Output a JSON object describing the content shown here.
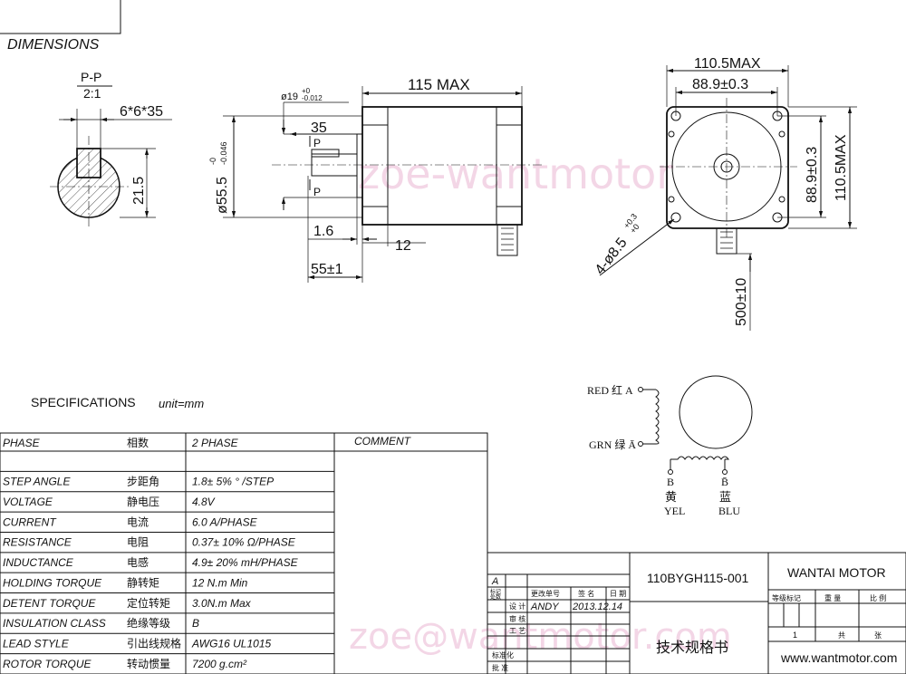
{
  "title": "DIMENSIONS",
  "watermark_top": "zoe-wantmotor",
  "watermark_bottom": "zoe@wantmotor.com",
  "section_view": {
    "label": "P-P",
    "scale": "2:1",
    "key_dim": "6*6*35",
    "height_dim": "21.5"
  },
  "side_view": {
    "overall_length": "115 MAX",
    "boss_dia": "ø19",
    "boss_tol_upper": "+0",
    "boss_tol_lower": "-0.012",
    "body_dia": "ø55.5",
    "body_tol_upper": "-0",
    "body_tol_lower": "-0.046",
    "key_length": "35",
    "section_mark_top": "P",
    "section_mark_bottom": "P",
    "boss_len": "1.6",
    "flange_thk": "12",
    "shaft_len": "55±1"
  },
  "front_view": {
    "width_max": "110.5MAX",
    "bolt_spacing_h": "88.9±0.3",
    "bolt_spacing_v": "88.9±0.3",
    "height_max": "110.5MAX",
    "holes": "4-ø8.5",
    "holes_tol_upper": "+0.3",
    "holes_tol_lower": "+0",
    "lead_length": "500±10"
  },
  "wiring": {
    "red": "RED 红 A",
    "grn": "GRN 绿 Ā",
    "b_left": "B",
    "b_right": "B̄",
    "yel_cn": "黄",
    "blu_cn": "蓝",
    "yel": "YEL",
    "blu": "BLU"
  },
  "spec_title": "SPECIFICATIONS",
  "spec_unit": "unit=mm",
  "spec_comment_header": "COMMENT",
  "specs": [
    {
      "en": "PHASE",
      "cn": "相数",
      "val": "2  PHASE"
    },
    {
      "en": "STEP ANGLE",
      "cn": "步距角",
      "val": "1.8± 5% ° /STEP"
    },
    {
      "en": "VOLTAGE",
      "cn": "静电压",
      "val": "4.8V"
    },
    {
      "en": "CURRENT",
      "cn": "电流",
      "val": "6.0 A/PHASE"
    },
    {
      "en": "RESISTANCE",
      "cn": "电阻",
      "val": "0.37± 10%  Ω/PHASE"
    },
    {
      "en": "INDUCTANCE",
      "cn": "电感",
      "val": "4.9± 20% mH/PHASE"
    },
    {
      "en": "HOLDING TORQUE",
      "cn": "静转矩",
      "val": "12 N.m Min"
    },
    {
      "en": "DETENT TORQUE",
      "cn": "定位转矩",
      "val": "3.0N.m Max"
    },
    {
      "en": "INSULATION CLASS",
      "cn": "绝缘等级",
      "val": "B"
    },
    {
      "en": "LEAD STYLE",
      "cn": "引出线规格",
      "val": "AWG16 UL1015"
    },
    {
      "en": "ROTOR TORQUE",
      "cn": "转动惯量",
      "val": "7200 g.cm²"
    }
  ],
  "title_block": {
    "rev_a": "A",
    "rev_mark": "标记",
    "rev_count": "处数",
    "change_no": "更改单号",
    "sign": "签 名",
    "date": "日 期",
    "design": "设 计",
    "designer": "ANDY",
    "design_date": "2013.12.14",
    "review": "审 核",
    "process": "工 艺",
    "standard": "标准化",
    "approve": "批 准",
    "model": "110BYGH115-001",
    "doc_title": "技术规格书",
    "company": "WANTAI MOTOR",
    "grade": "等级标记",
    "weight": "重 量",
    "ratio": "比 例",
    "sheet_no": "1",
    "total": "共",
    "sheet": "张",
    "website": "www.wantmotor.com"
  }
}
